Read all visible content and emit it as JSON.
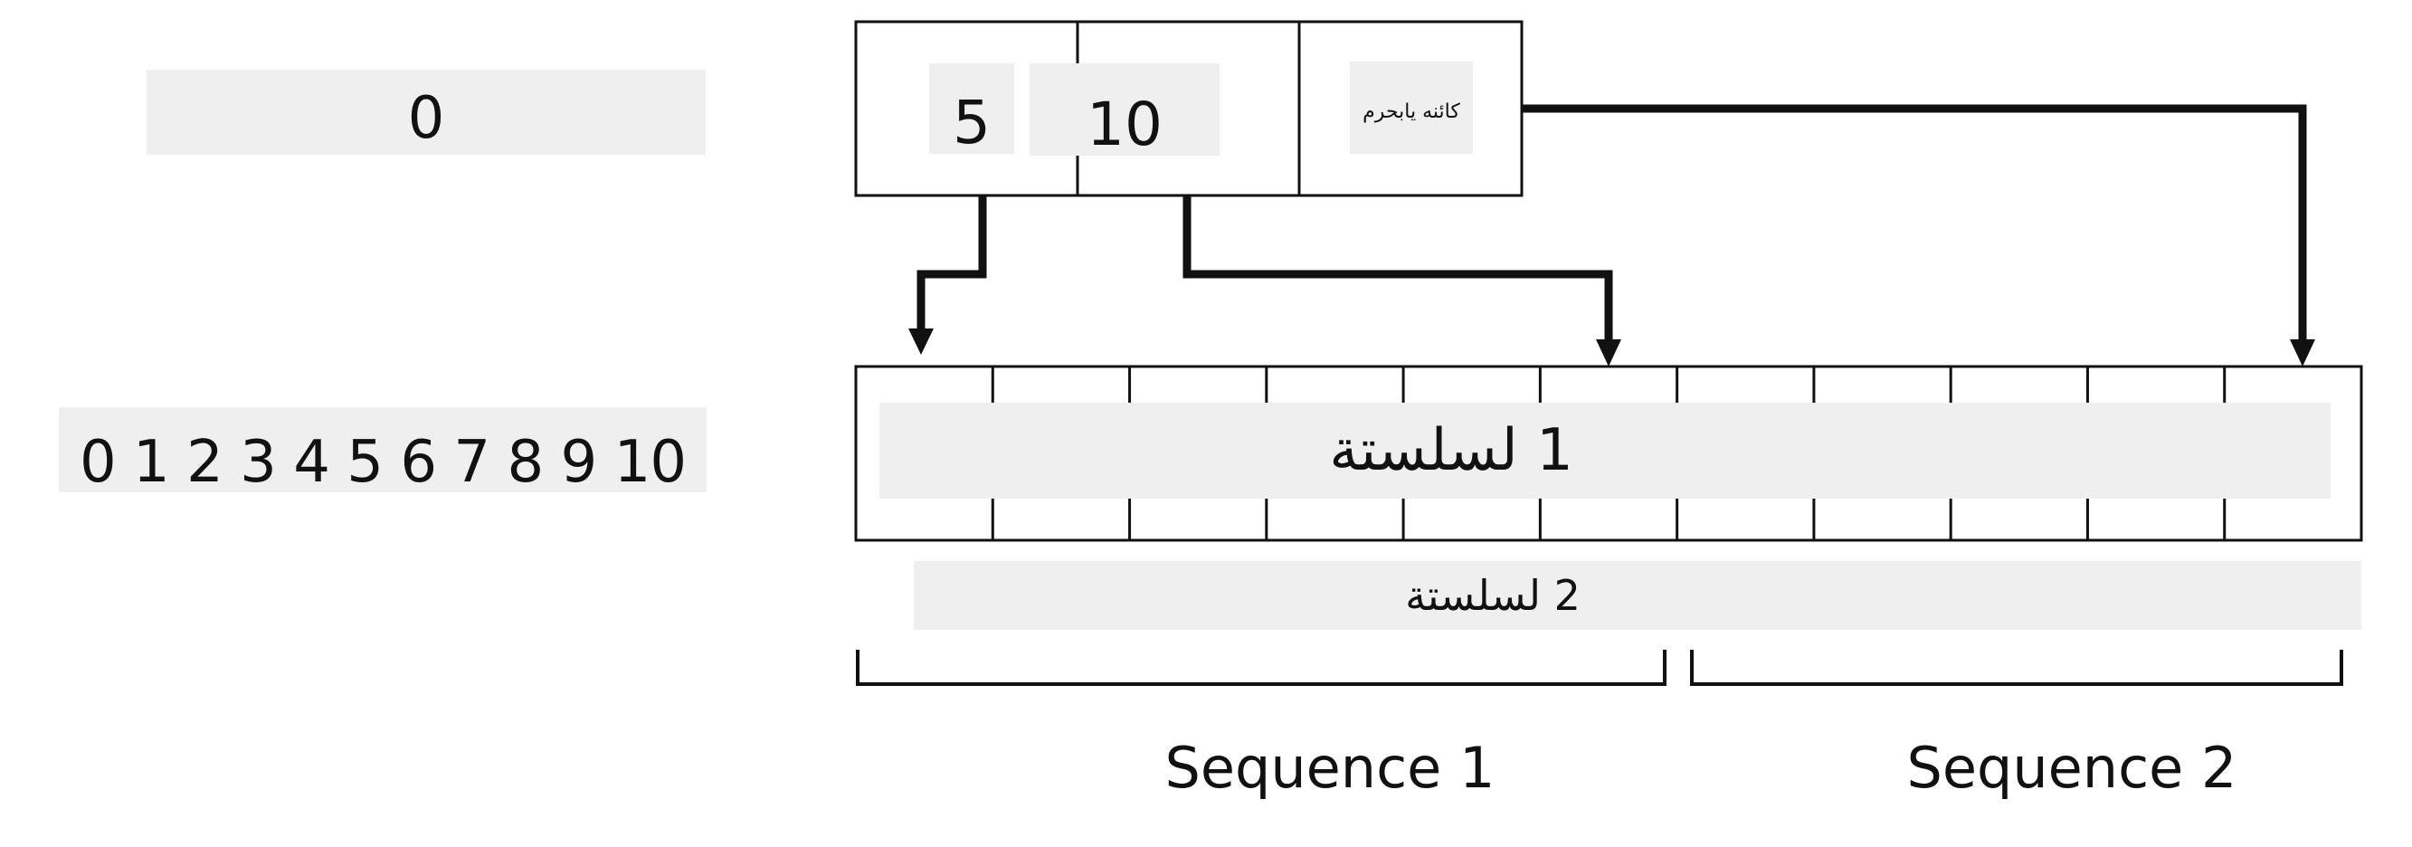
{
  "left": {
    "index_label": "0",
    "range_label": "0 1 2 3 4 5 6 7 8 9 10"
  },
  "slice": {
    "start": "5",
    "stop": "10",
    "sep_label": "كائنه يابحرم"
  },
  "buffer": {
    "cell_count": 11,
    "seq1_overlay": "1 لسلستة",
    "seq2_overlay": "2 لسلستة"
  },
  "brackets": {
    "seq1_label": "Sequence 1",
    "seq2_label": "Sequence 2"
  },
  "colors": {
    "stroke": "#111111",
    "patch": "#efefef"
  }
}
